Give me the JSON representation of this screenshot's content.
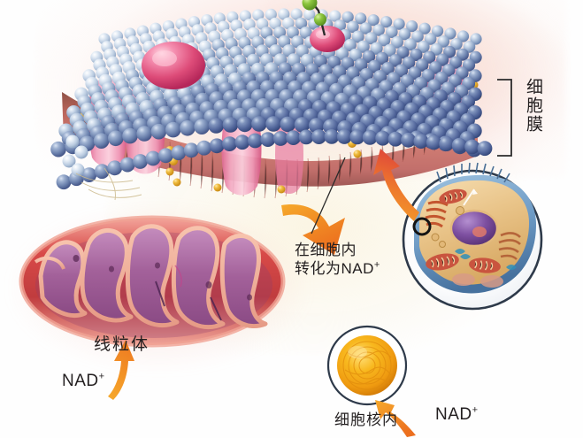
{
  "diagram": {
    "title": "NAD+ cellular uptake and distribution",
    "background_color": "#fefefe"
  },
  "labels": {
    "membrane": "细胞膜",
    "in_cell_line1": "在细胞内",
    "in_cell_line2": "转化为NAD",
    "in_cell_sup": "+",
    "mitochondria": "线粒体",
    "nad_left": "NAD",
    "nad_left_sup": "+",
    "nucleus": "细胞核内",
    "nad_right": "NAD",
    "nad_right_sup": "+"
  },
  "structures": {
    "membrane_name": "phospholipid-bilayer",
    "mitochondrion_name": "mitochondrion",
    "cell_inset_name": "animal-cell-inset",
    "nucleus_name": "cell-nucleus-sphere",
    "ligand_name": "green-ligand-molecule",
    "receptor_name": "pink-receptor-dome"
  },
  "colors": {
    "membrane_head_light": "#cfdcec",
    "membrane_head_mid": "#8fa7c8",
    "membrane_head_dark": "#5a6f9c",
    "protein_pink": "#f09ab8",
    "protein_pink_dark": "#d4537f",
    "cholesterol_gold": "#e8b33c",
    "tail_red": "#c8585a",
    "mito_outer": "#e8837c",
    "mito_outer_dark": "#b8333a",
    "mito_crista": "#a05a96",
    "mito_crista_light": "#c489bd",
    "arrow_orange": "#ef8127",
    "arrow_red": "#e0483a",
    "nucleus_gold": "#f0a81e",
    "nucleus_gold_light": "#fbd14a",
    "inset_rim": "#3c4a5e",
    "text": "#231f20",
    "glow_pink": "#f4a8a8",
    "glow_cream": "#faf3de",
    "ligand_green": "#7ab82e"
  }
}
